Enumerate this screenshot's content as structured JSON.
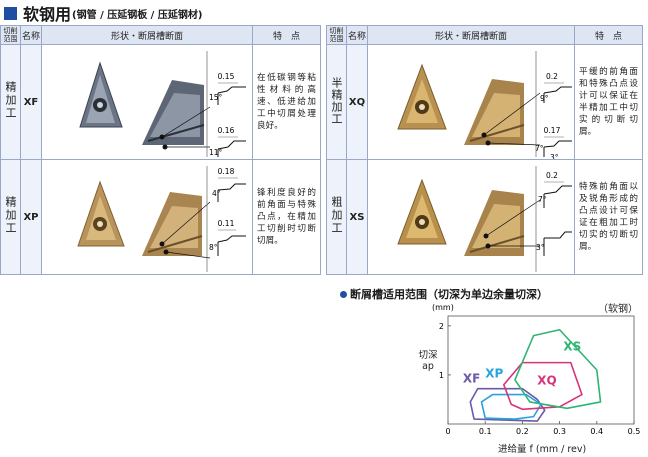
{
  "title": {
    "main": "软钢用",
    "sub": "(钢管 / 压延钢板 / 压延钢材)"
  },
  "headers": {
    "cut": "切削范围",
    "name": "名称",
    "shape": "形状・断屑槽断面",
    "feature": "特　点"
  },
  "left_table": [
    {
      "cut": "精加工",
      "rows": [
        {
          "name": "XF",
          "dims": [
            {
              "width": "0.15",
              "angle": "15°"
            },
            {
              "width": "0.16",
              "angle": "11°"
            }
          ],
          "feature": "在低碳钢等粘性材料的高速、低进给加工中切屑处理良好。"
        },
        {
          "name": "XP",
          "dims": [
            {
              "width": "0.18",
              "angle": "4°"
            },
            {
              "width": "0.11",
              "angle": "8°"
            }
          ],
          "feature": "锋利度良好的前角面与特殊凸点，在精加工切削时切断切屑。"
        }
      ]
    }
  ],
  "right_table": [
    {
      "cut": "半精加工",
      "name": "XQ",
      "dims": [
        {
          "width": "0.2",
          "angle": "9°"
        },
        {
          "width": "0.17",
          "angle": "7°",
          "angle2": "3°"
        }
      ],
      "feature": "平缓的前角面和特殊凸点设计可以保证在半精加工中切实的切断切屑。"
    },
    {
      "cut": "粗加工",
      "name": "XS",
      "dims": [
        {
          "width": "0.2",
          "angle": "7°",
          "angle2": "3°"
        }
      ],
      "feature": "特殊前角面以及锐角形成的凸点设计可保证在粗加工时切实的切断切屑。"
    }
  ],
  "chart_data": {
    "type": "area",
    "title": "断屑槽适用范围（切深为单边余量切深）",
    "material": "（软钢）",
    "xlabel": "进给量 f (mm / rev)",
    "ylabel_top": "切深",
    "ylabel_bottom": "ap",
    "yunit": "(mm)",
    "xlim": [
      0,
      0.5
    ],
    "ylim": [
      0,
      2.2
    ],
    "xticks": [
      "0",
      "0.1",
      "0.2",
      "0.3",
      "0.4",
      "0.5"
    ],
    "yticks": [
      "1",
      "2"
    ],
    "regions": [
      {
        "name": "XF",
        "color": "#6b5aa8",
        "points": [
          [
            0.07,
            0.1
          ],
          [
            0.06,
            0.45
          ],
          [
            0.08,
            0.72
          ],
          [
            0.2,
            0.72
          ],
          [
            0.24,
            0.5
          ],
          [
            0.26,
            0.28
          ],
          [
            0.24,
            0.06
          ]
        ]
      },
      {
        "name": "XP",
        "color": "#28a3dc",
        "points": [
          [
            0.1,
            0.12
          ],
          [
            0.09,
            0.45
          ],
          [
            0.12,
            0.6
          ],
          [
            0.21,
            0.6
          ],
          [
            0.25,
            0.4
          ],
          [
            0.23,
            0.15
          ],
          [
            0.18,
            0.1
          ]
        ]
      },
      {
        "name": "XQ",
        "color": "#d6337a",
        "points": [
          [
            0.17,
            0.4
          ],
          [
            0.15,
            0.8
          ],
          [
            0.2,
            1.25
          ],
          [
            0.33,
            1.25
          ],
          [
            0.36,
            0.6
          ],
          [
            0.3,
            0.35
          ],
          [
            0.2,
            0.3
          ]
        ]
      },
      {
        "name": "XS",
        "color": "#2fb573",
        "points": [
          [
            0.22,
            0.45
          ],
          [
            0.18,
            0.9
          ],
          [
            0.23,
            1.8
          ],
          [
            0.3,
            1.92
          ],
          [
            0.4,
            1.1
          ],
          [
            0.41,
            0.45
          ],
          [
            0.32,
            0.32
          ]
        ]
      }
    ],
    "label_pos": {
      "XF": [
        0.04,
        0.85
      ],
      "XP": [
        0.1,
        0.95
      ],
      "XQ": [
        0.24,
        0.8
      ],
      "XS": [
        0.31,
        1.5
      ]
    },
    "grid": false,
    "legend": "none"
  }
}
